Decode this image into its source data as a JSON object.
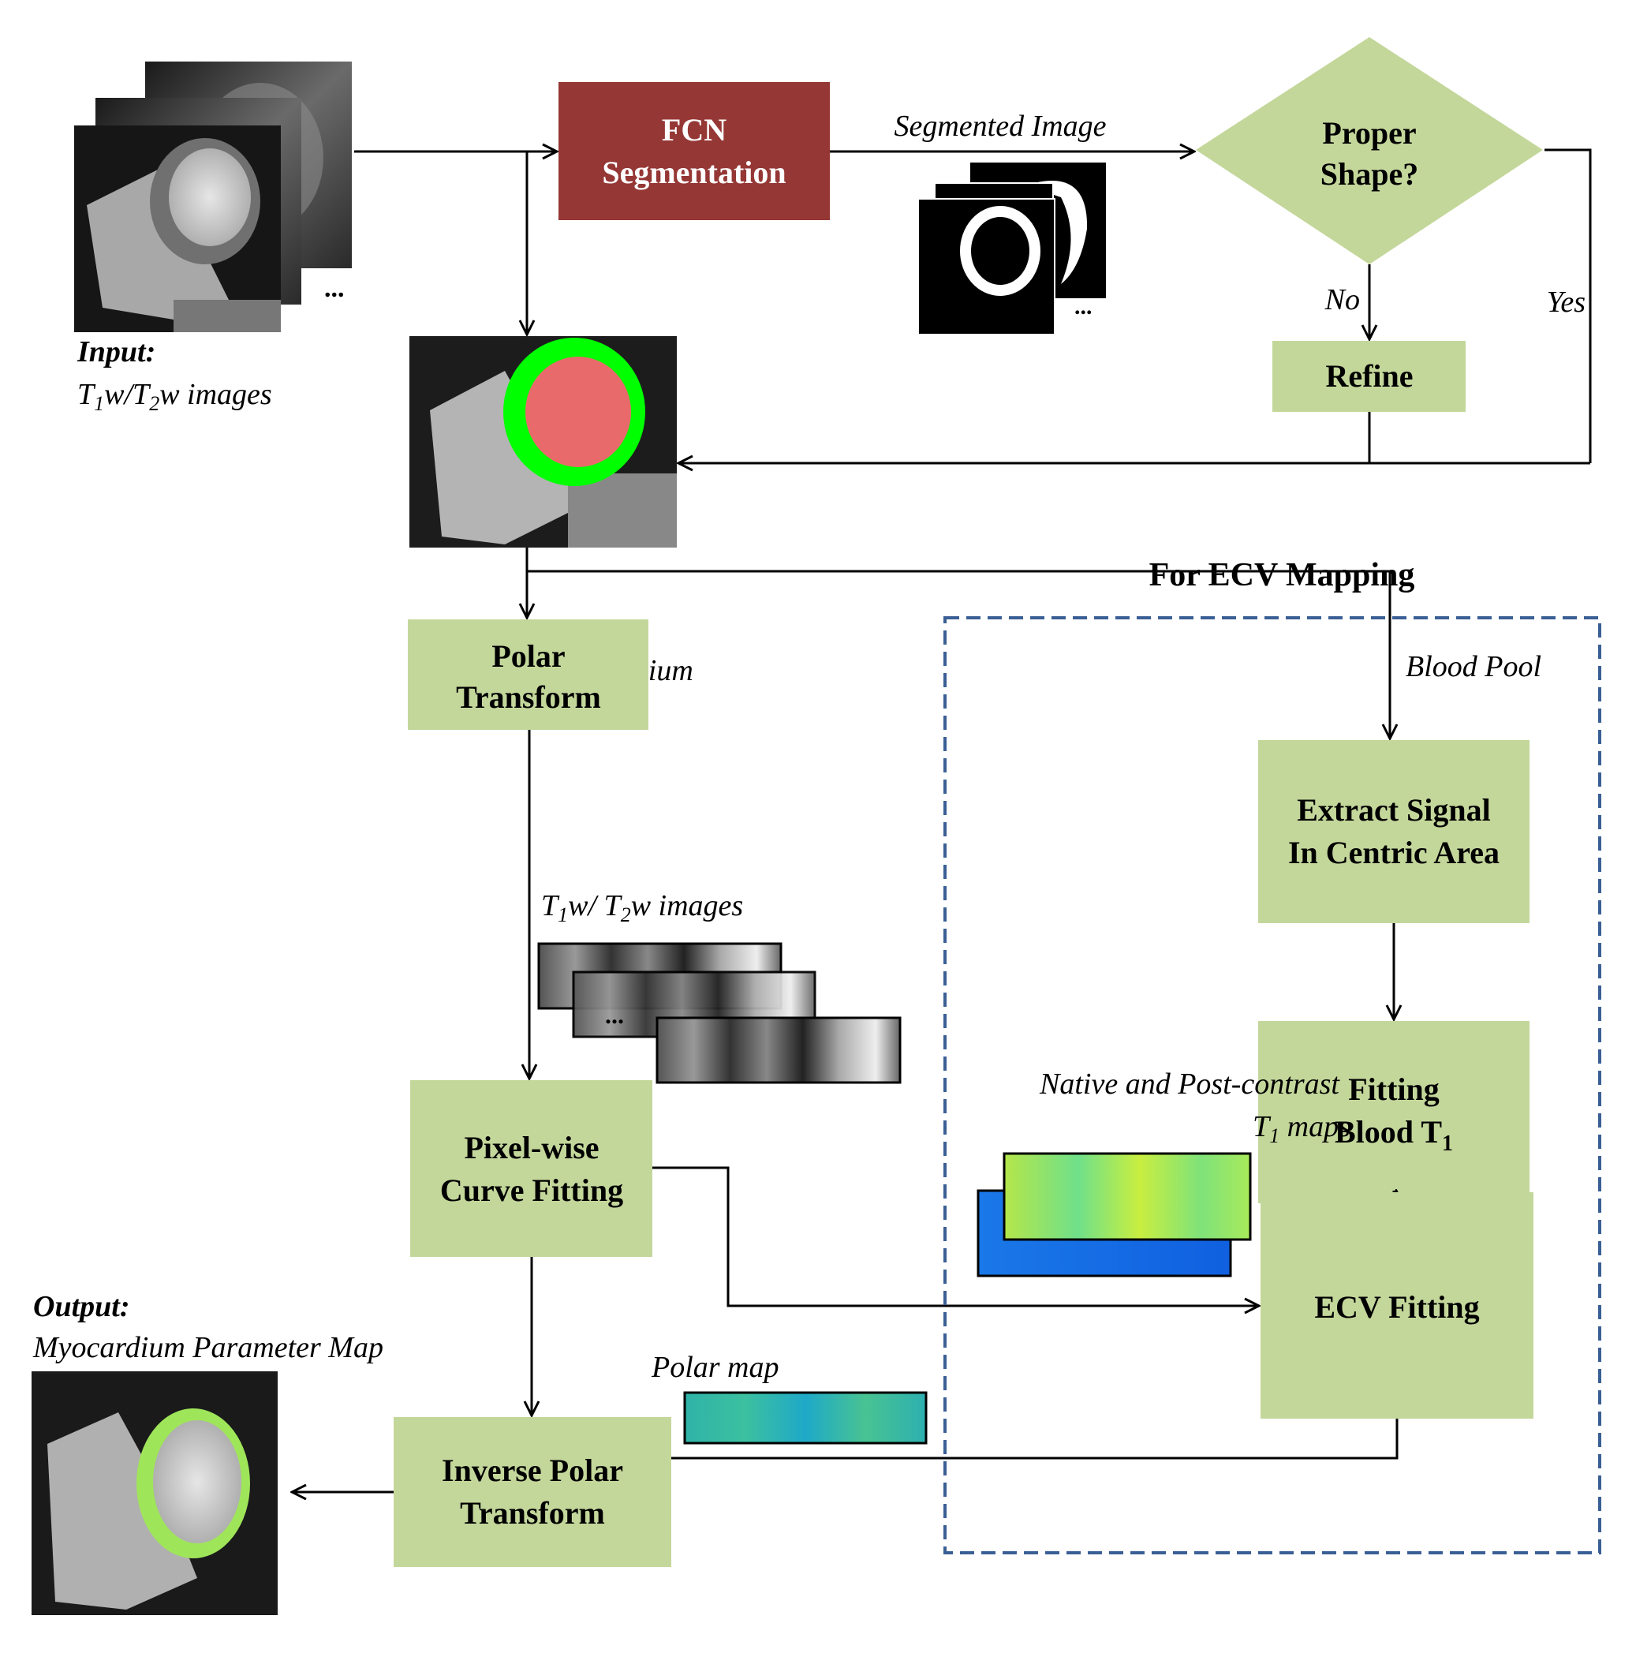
{
  "colors": {
    "box_green": "#c4d79b",
    "box_red": "#953735",
    "dashed_blue": "#3a5f95",
    "line": "#000000",
    "seg_ring": "#00ff00",
    "seg_pool": "#e86a6a"
  },
  "input": {
    "title": "Input:",
    "subtitle_parts": [
      "T",
      "1",
      "w/T",
      "2",
      "w images"
    ],
    "ellipsis": "..."
  },
  "fcn": {
    "line1": "FCN",
    "line2": "Segmentation"
  },
  "segmented_label": "Segmented Image",
  "segmented_ellipsis": "...",
  "decision": {
    "line1": "Proper",
    "line2": "Shape?",
    "no": "No",
    "yes": "Yes"
  },
  "refine": {
    "label": "Refine"
  },
  "ecv_section": {
    "title": "For ECV Mapping"
  },
  "labels": {
    "myocardium": "Myocardium",
    "blood_pool": "Blood Pool",
    "t1t2_images_parts": [
      "T",
      "1",
      "w/ T",
      "2",
      "w images"
    ],
    "strip_ellipsis": "...",
    "native_post": "Native and Post-contrast",
    "t1_maps_parts": [
      "T",
      "1",
      " maps"
    ],
    "polar_map": "Polar map"
  },
  "polar_transform": {
    "line1": "Polar",
    "line2": "Transform"
  },
  "pixelwise": {
    "line1": "Pixel-wise",
    "line2": "Curve Fitting"
  },
  "extract": {
    "line1": "Extract Signal",
    "line2": "In Centric Area"
  },
  "fitting_blood": {
    "line1": "Fitting",
    "line2": "Blood T",
    "sub": "1"
  },
  "ecv_fitting": {
    "label": "ECV Fitting"
  },
  "inverse": {
    "line1": "Inverse Polar",
    "line2": "Transform"
  },
  "output": {
    "title": "Output:",
    "subtitle": "Myocardium Parameter Map"
  }
}
